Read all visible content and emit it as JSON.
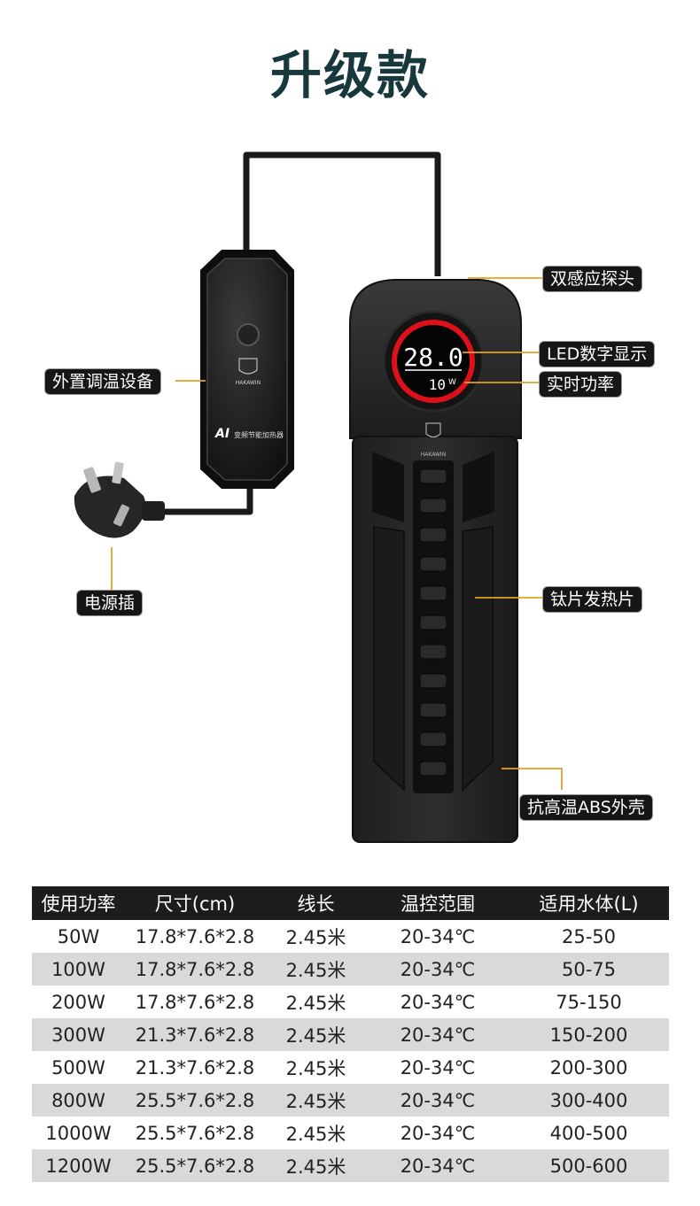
{
  "title": "升级款",
  "device": {
    "display_temp": "28.0",
    "display_power": "10",
    "display_power_unit": "W",
    "controller_brand": "HAKAWIN",
    "controller_model": "AI",
    "controller_name": "变频节能加热器",
    "heater_brand": "HAKAWIN"
  },
  "callouts": {
    "sensor": "双感应探头",
    "led": "LED数字显示",
    "power": "实时功率",
    "controller": "外置调温设备",
    "element": "钛片发热片",
    "plug": "电源插",
    "shell": "抗高温ABS外壳"
  },
  "colors": {
    "title": "#17383c",
    "accent": "#e8a020",
    "display_ring": "#e0101a",
    "header_bg": "#1d1d1d",
    "alt_row": "#d9d9d9"
  },
  "table": {
    "headers": [
      "使用功率",
      "尺寸(cm)",
      "线长",
      "温控范围",
      "适用水体(L)"
    ],
    "rows": [
      [
        "50W",
        "17.8*7.6*2.8",
        "2.45米",
        "20-34℃",
        "25-50"
      ],
      [
        "100W",
        "17.8*7.6*2.8",
        "2.45米",
        "20-34℃",
        "50-75"
      ],
      [
        "200W",
        "17.8*7.6*2.8",
        "2.45米",
        "20-34℃",
        "75-150"
      ],
      [
        "300W",
        "21.3*7.6*2.8",
        "2.45米",
        "20-34℃",
        "150-200"
      ],
      [
        "500W",
        "21.3*7.6*2.8",
        "2.45米",
        "20-34℃",
        "200-300"
      ],
      [
        "800W",
        "25.5*7.6*2.8",
        "2.45米",
        "20-34℃",
        "300-400"
      ],
      [
        "1000W",
        "25.5*7.6*2.8",
        "2.45米",
        "20-34℃",
        "400-500"
      ],
      [
        "1200W",
        "25.5*7.6*2.8",
        "2.45米",
        "20-34℃",
        "500-600"
      ]
    ]
  }
}
